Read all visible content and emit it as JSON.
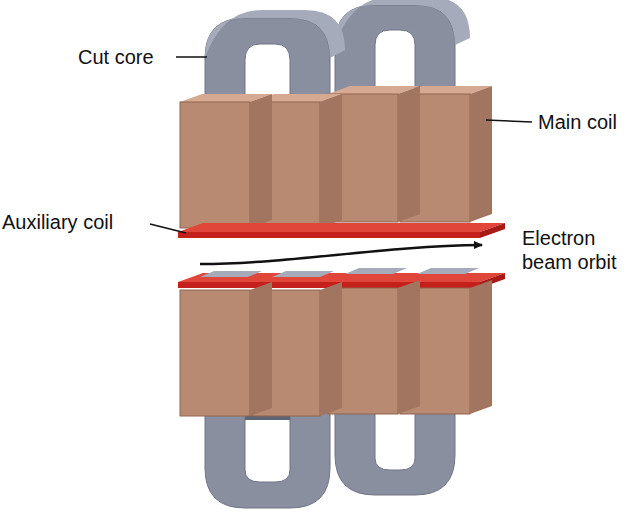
{
  "diagram": {
    "labels": [
      "Cut core",
      "Main coil",
      "Auxiliary coil",
      "Electron beam orbit"
    ]
  }
}
